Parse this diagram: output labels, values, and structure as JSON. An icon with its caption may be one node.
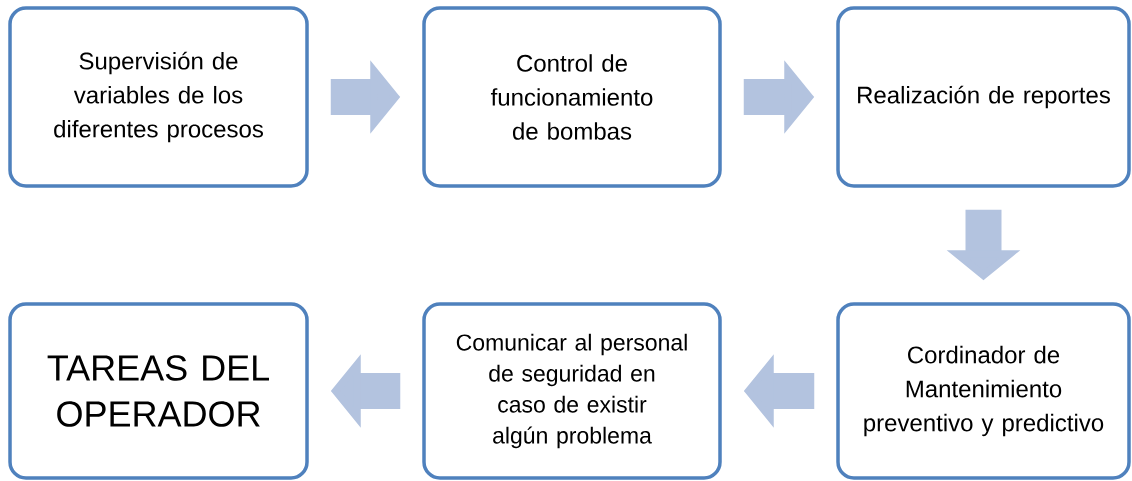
{
  "diagram": {
    "nodes": [
      {
        "text": [
          "Supervisión  de variables de los diferentes procesos"
        ]
      },
      {
        "text": [
          "Control de funcionamiento  de bombas"
        ]
      },
      {
        "text": [
          "Realización de reportes"
        ]
      },
      {
        "text": [
          "Cordinador de Mantenimiento preventivo y predictivo"
        ]
      },
      {
        "text": [
          "Comunicar al personal de seguridad en caso de existir  algún problema"
        ]
      },
      {
        "text": [
          "TAREAS DEL OPERADOR"
        ]
      }
    ],
    "edges": [
      {
        "from": 0,
        "to": 1,
        "arrow": "to"
      },
      {
        "from": 1,
        "to": 2,
        "arrow": "to"
      },
      {
        "from": 2,
        "to": 3,
        "arrow": "to"
      },
      {
        "from": 3,
        "to": 4,
        "arrow": "to"
      },
      {
        "from": 4,
        "to": 5,
        "arrow": "to"
      }
    ]
  }
}
